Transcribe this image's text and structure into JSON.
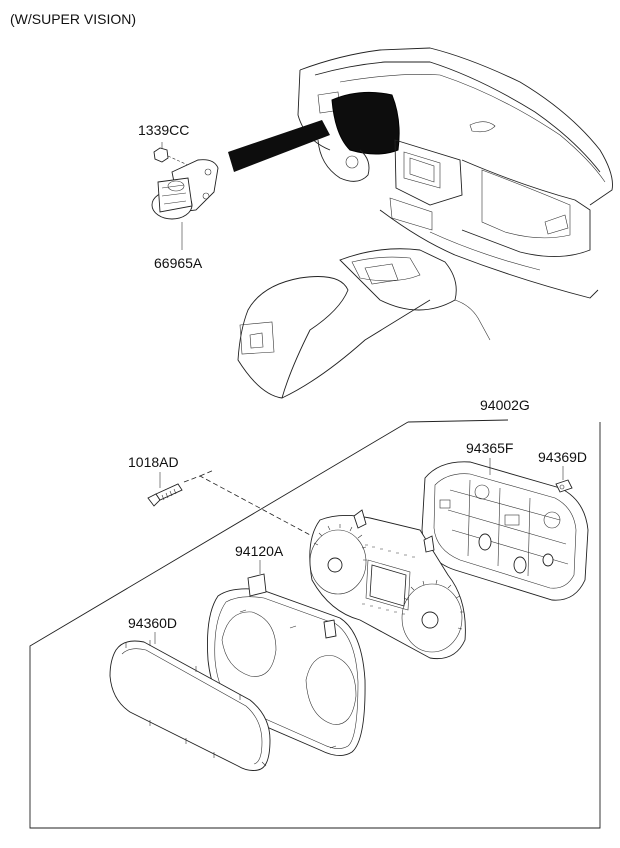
{
  "header": {
    "variant": "(W/SUPER VISION)"
  },
  "callouts": {
    "nut": "1339CC",
    "sensor": "66965A",
    "cluster_assembly": "94002G",
    "rear_case": "94365F",
    "bulb": "94369D",
    "screw": "1018AD",
    "mask": "94120A",
    "window_glass": "94360D"
  }
}
